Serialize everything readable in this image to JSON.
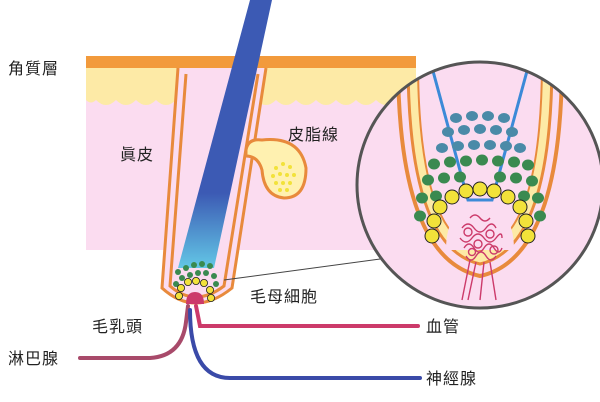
{
  "labels": {
    "stratum_corneum": "角質層",
    "dermis": "眞皮",
    "sebaceous_gland": "皮脂線",
    "hair_matrix_cells": "毛母細胞",
    "dermal_papilla": "毛乳頭",
    "lymph_gland": "淋巴腺",
    "blood_vessel": "血管",
    "nerve_gland": "神經腺"
  },
  "colors": {
    "stratum_corneum": "#f29a3c",
    "epidermis": "#fdeaa6",
    "dermis": "#fbdcf0",
    "hair_shaft": "#3c5ab4",
    "follicle_sheath": "#e88a3c",
    "matrix_cells": "#3a8a50",
    "matrix_cells_upper": "#4a8aa8",
    "papilla_cells": "#f2e23a",
    "blood_vessel": "#cc3a6a",
    "nerve": "#3a4aa8",
    "lymph": "#a84a6a",
    "sebaceous_gland": "#fff1b0"
  }
}
